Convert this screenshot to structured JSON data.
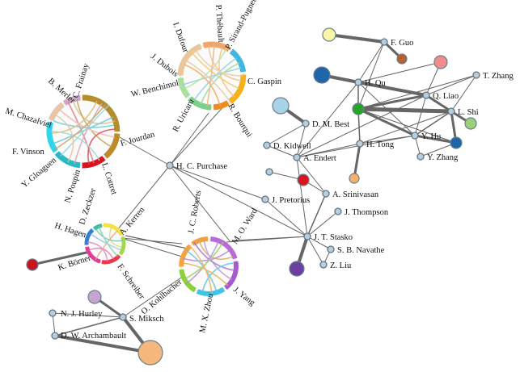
{
  "labels": {
    "purchase": "H. C. Purchase",
    "jourdan": "F. Jourdan",
    "vinson": "F. Vinson",
    "chazalviel": "M. Chazalviel",
    "merler": "B. Merler",
    "frainay": "C. Frainay",
    "gloaguen": "Y. Gloaguen",
    "poupin": "N. Poupin",
    "cottret": "L. Cottret",
    "dubois": "J. Dubois",
    "dufour": "I. Dufour",
    "thebault": "P. Thébault",
    "sirand": "P. Sirand-Pugnet",
    "gaspin": "C. Gaspin",
    "bourqui": "R. Bourqui",
    "uricaru": "R. Uricaru",
    "benchimol": "W. Benchimol",
    "hagen": "H. Hagen",
    "zeckzer": "D. Zeckzer",
    "kerren": "A. Kerren",
    "borner": "K. Börner",
    "schreiber": "F. Schreiber",
    "roberts": "J. C. Roberts",
    "ward": "M. O. Ward",
    "kohlbacher": "O. Kohlbacher",
    "zhou": "M. X. Zhou",
    "yang": "J. Yang",
    "hurley": "N. J. Hurley",
    "miksch": "S. Miksch",
    "archambault": "D. W. Archambault",
    "pretorius": "J. Pretorius",
    "srinivasan": "A. Srinivasan",
    "thompson": "J. Thompson",
    "stasko": "J. T. Stasko",
    "navathe": "S. B. Navathe",
    "liu": "Z. Liu",
    "endert": "A. Endert",
    "kidwell": "D. Kidwell",
    "best": "D. M. Best",
    "tong": "H. Tong",
    "qu": "H. Qu",
    "guo": "F. Guo",
    "liao": "Q. Liao",
    "shi": "L. Shi",
    "zhang_t": "T. Zhang",
    "hu": "Y. Hu",
    "zhang_y": "Y. Zhang"
  },
  "colors": {
    "small_node": "#b9cdda",
    "edge": "#666666",
    "yellow": "#fbf6a6",
    "brown": "#b6612f",
    "pink": "#ef8d8d",
    "blue": "#1f66a8",
    "green": "#2aa32a",
    "light_green": "#9bd17a",
    "light_blue": "#a8d2e6",
    "red": "#d8161c",
    "orange": "#f6b06a",
    "purple": "#6d3fa0",
    "lavender": "#c7a5cf",
    "peach": "#f6b77a",
    "dark_red": "#c8141c"
  }
}
